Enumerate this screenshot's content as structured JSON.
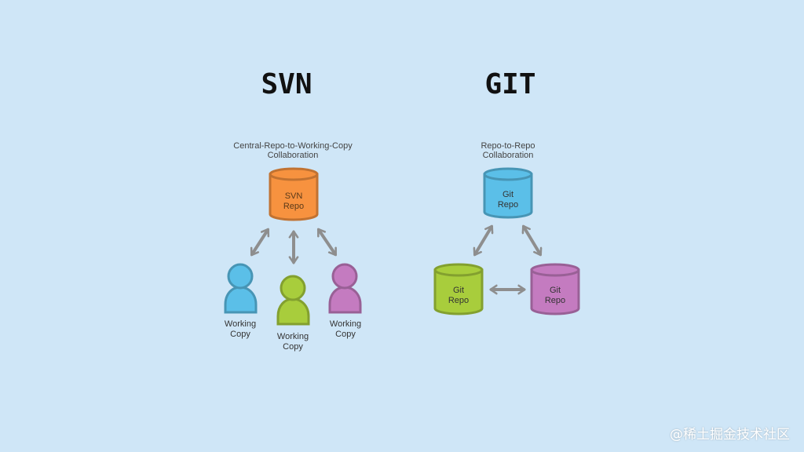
{
  "svn": {
    "title": "SVN",
    "subtitle_line1": "Central-Repo-to-Working-Copy",
    "subtitle_line2": "Collaboration",
    "repo_line1": "SVN",
    "repo_line2": "Repo",
    "users": [
      {
        "line1": "Working",
        "line2": "Copy",
        "color": "#5bbfe8"
      },
      {
        "line1": "Working",
        "line2": "Copy",
        "color": "#a8cd3c"
      },
      {
        "line1": "Working",
        "line2": "Copy",
        "color": "#c47bc0"
      }
    ],
    "repo_color": "#f7923f"
  },
  "git": {
    "title": "GIT",
    "subtitle_line1": "Repo-to-Repo",
    "subtitle_line2": "Collaboration",
    "repos": [
      {
        "line1": "Git",
        "line2": "Repo",
        "color": "#5bbfe8"
      },
      {
        "line1": "Git",
        "line2": "Repo",
        "color": "#a8cd3c"
      },
      {
        "line1": "Git",
        "line2": "Repo",
        "color": "#c47bc0"
      }
    ]
  },
  "watermark": "@稀土掘金技术社区",
  "colors": {
    "background": "#cfe6f7",
    "arrow": "#8e8e8e"
  }
}
